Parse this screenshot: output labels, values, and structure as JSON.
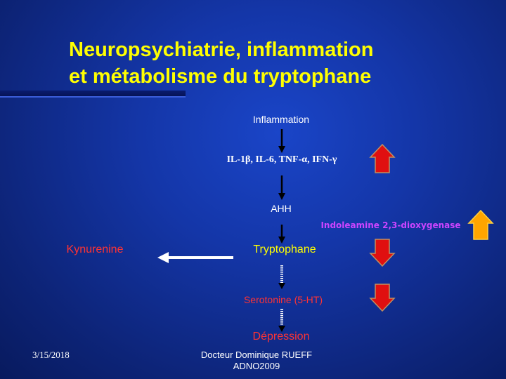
{
  "title": {
    "line1": "Neuropsychiatrie, inflammation",
    "line2": "et métabolisme du tryptophane"
  },
  "diagram": {
    "inflammation": "Inflammation",
    "cytokines": "IL-1β, IL-6, TNF-α, IFN-γ",
    "ahh": "AHH",
    "enzyme": "Indoleamine 2,3-dioxygenase",
    "kynurenine": "Kynurenine",
    "tryptophane": "Tryptophane",
    "serotonine": "Serotonine (5-HT)",
    "depression": "Dépression"
  },
  "footer": {
    "date": "3/15/2018",
    "author_line1": "Docteur Dominique RUEFF",
    "author_line2": "ADNO2009"
  },
  "colors": {
    "title": "#ffff00",
    "up_arrow_red": "#e01010",
    "up_arrow_orange": "#ff9900",
    "down_arrow_red": "#e01010",
    "enzyme_text": "#cc44ff",
    "kynurenine_text": "#ff3333",
    "tryptophane_text": "#ffff00"
  }
}
